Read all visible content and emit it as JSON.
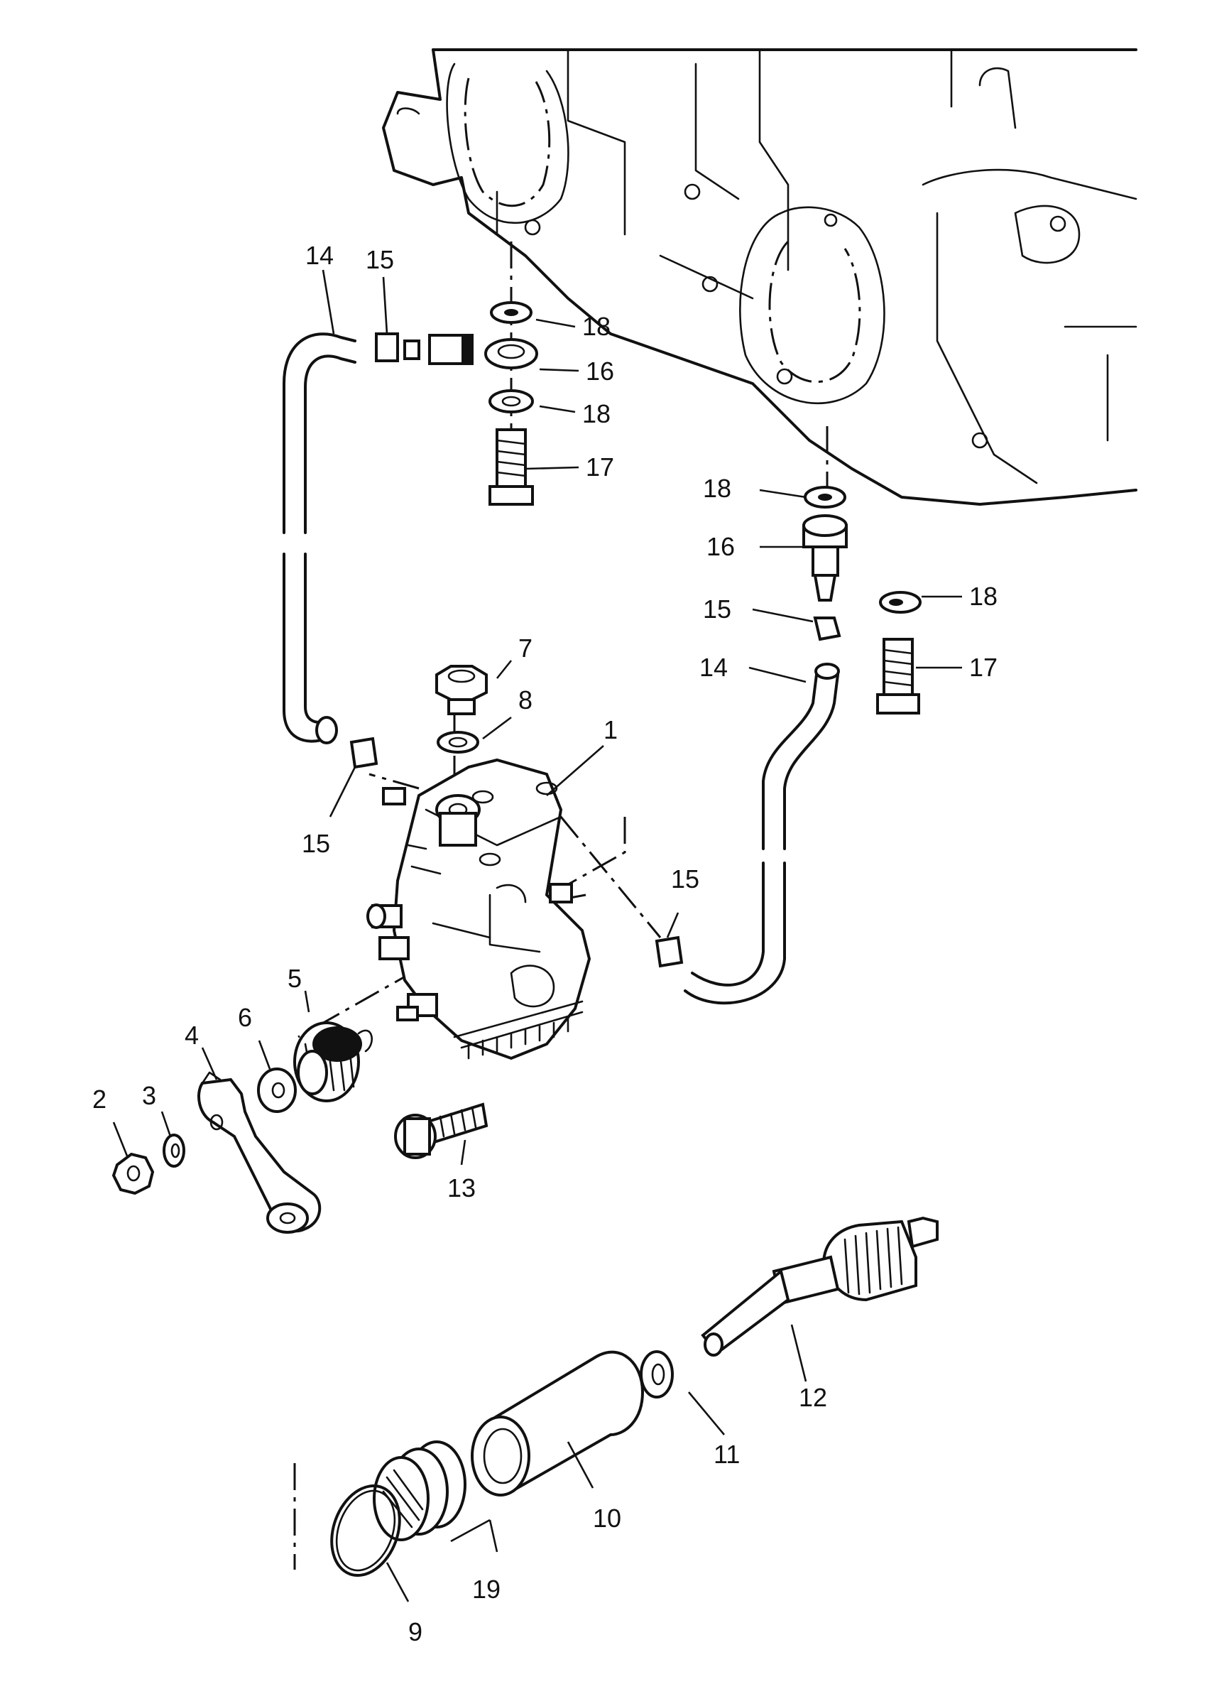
{
  "callouts": [
    {
      "id": "c14a",
      "text": "14"
    },
    {
      "id": "c15a",
      "text": "15"
    },
    {
      "id": "c18a",
      "text": "18"
    },
    {
      "id": "c16a",
      "text": "16"
    },
    {
      "id": "c18b",
      "text": "18"
    },
    {
      "id": "c17a",
      "text": "17"
    },
    {
      "id": "c18c",
      "text": "18"
    },
    {
      "id": "c16b",
      "text": "16"
    },
    {
      "id": "c15b",
      "text": "15"
    },
    {
      "id": "c18d",
      "text": "18"
    },
    {
      "id": "c14b",
      "text": "14"
    },
    {
      "id": "c17b",
      "text": "17"
    },
    {
      "id": "c7",
      "text": "7"
    },
    {
      "id": "c8",
      "text": "8"
    },
    {
      "id": "c1",
      "text": "1"
    },
    {
      "id": "c15c",
      "text": "15"
    },
    {
      "id": "c15d",
      "text": "15"
    },
    {
      "id": "c5",
      "text": "5"
    },
    {
      "id": "c6",
      "text": "6"
    },
    {
      "id": "c4",
      "text": "4"
    },
    {
      "id": "c3",
      "text": "3"
    },
    {
      "id": "c2",
      "text": "2"
    },
    {
      "id": "c13",
      "text": "13"
    },
    {
      "id": "c12",
      "text": "12"
    },
    {
      "id": "c11",
      "text": "11"
    },
    {
      "id": "c10",
      "text": "10"
    },
    {
      "id": "c19",
      "text": "19"
    },
    {
      "id": "c9",
      "text": "9"
    }
  ]
}
